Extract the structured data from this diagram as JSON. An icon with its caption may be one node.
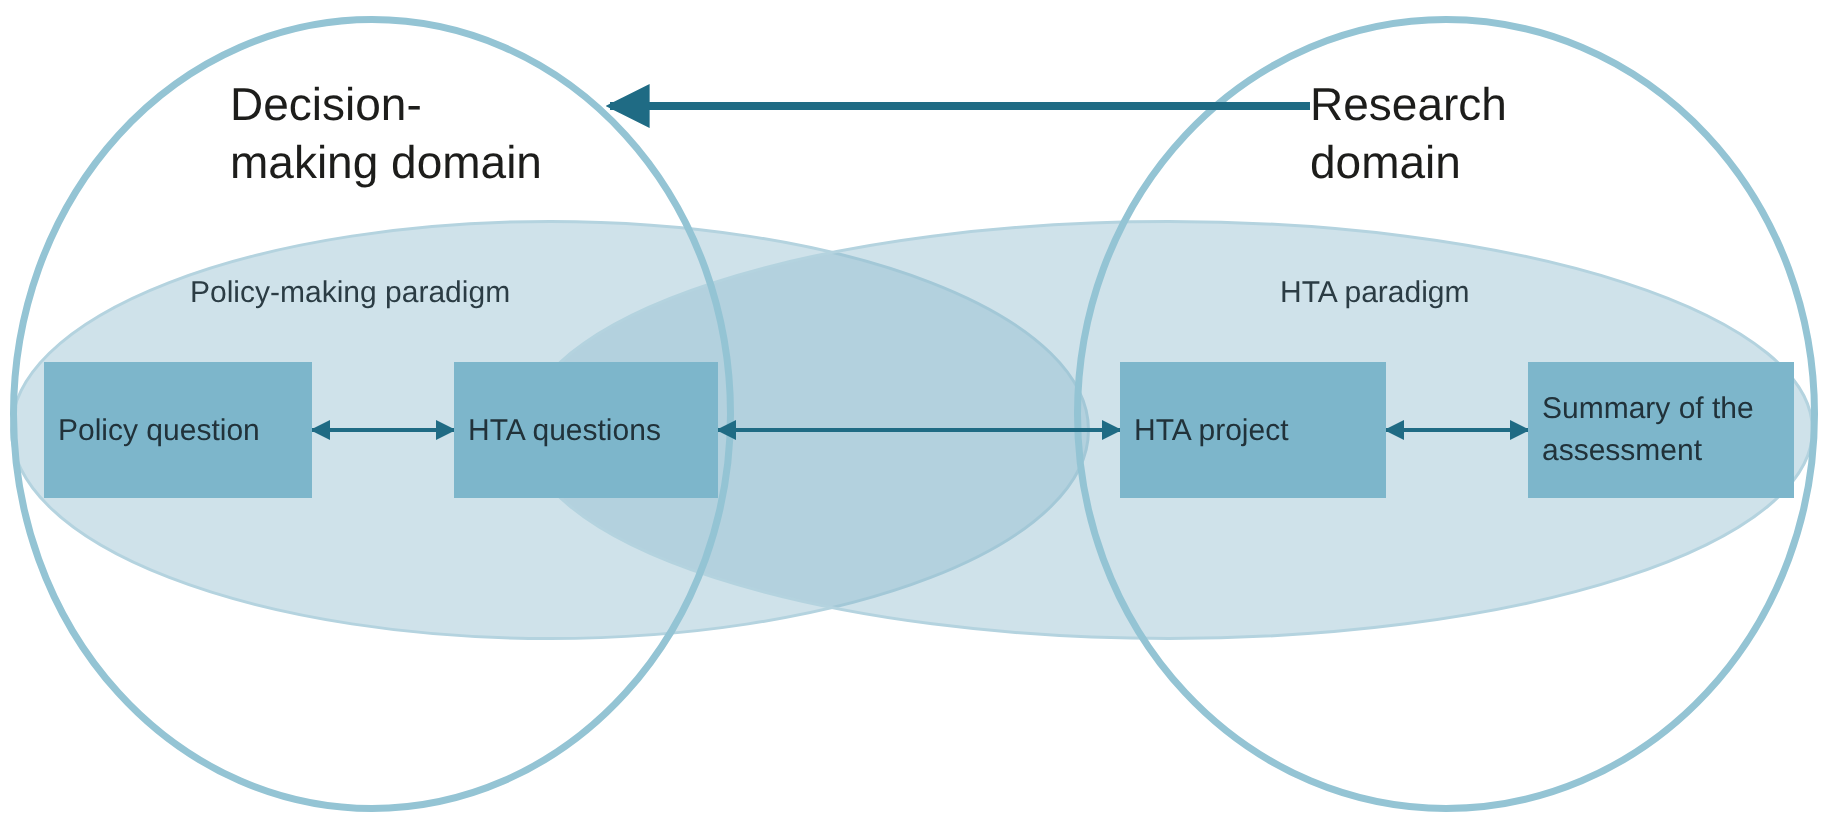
{
  "diagram": {
    "nodes": [
      {
        "text": [
          "Decision-making domain"
        ]
      },
      {
        "text": [
          "Research domain"
        ]
      },
      {
        "text": [
          "Policy-making paradigm"
        ]
      },
      {
        "text": [
          "HTA paradigm"
        ]
      },
      {
        "text": [
          "Policy question"
        ]
      },
      {
        "text": [
          "HTA questions"
        ]
      },
      {
        "text": [
          "HTA project"
        ]
      },
      {
        "text": [
          "Summary of the assessment"
        ]
      }
    ],
    "edges": [
      {
        "from": 1,
        "to": 0,
        "arrow": "to",
        "style": "thick"
      },
      {
        "from": 4,
        "to": 5,
        "arrow": "both"
      },
      {
        "from": 5,
        "to": 6,
        "arrow": "both"
      },
      {
        "from": 6,
        "to": 7,
        "arrow": "both"
      }
    ]
  }
}
